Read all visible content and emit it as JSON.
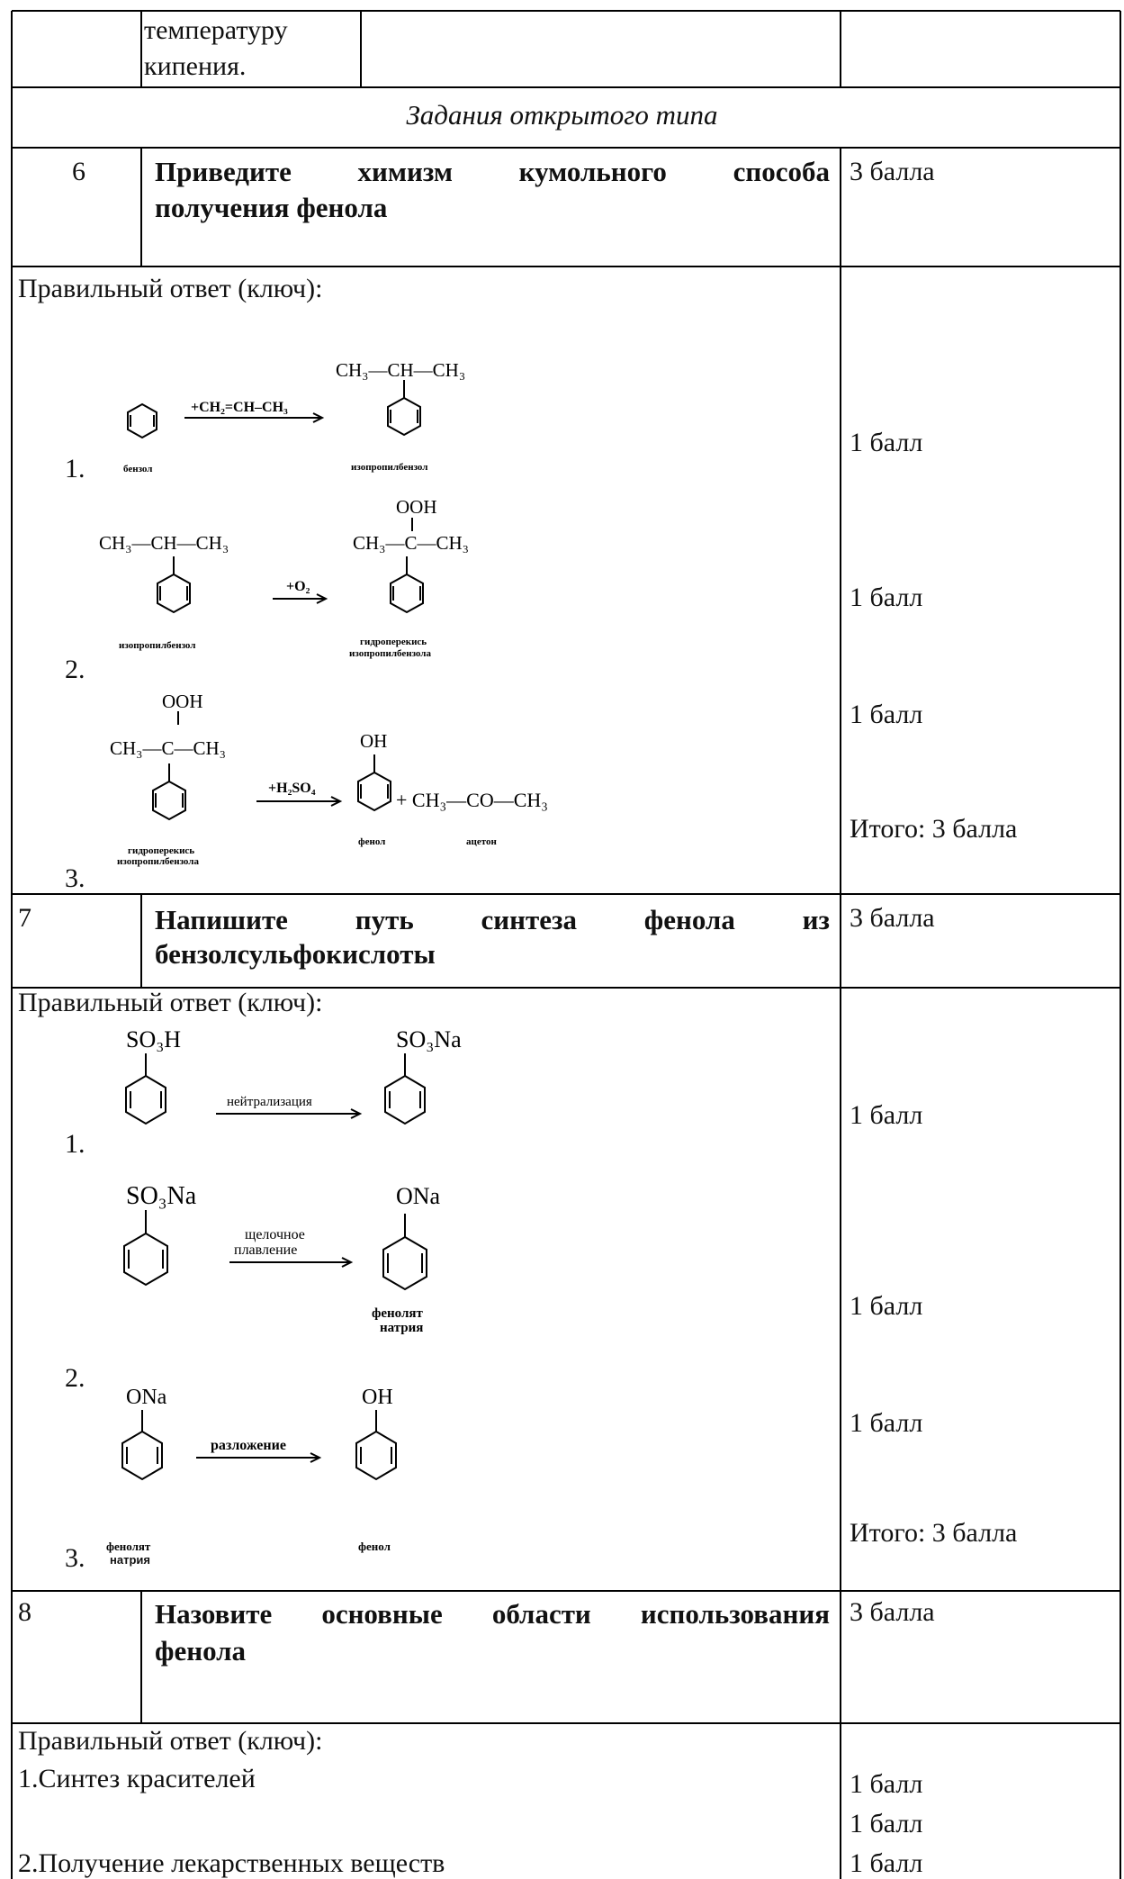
{
  "top": {
    "line1": "температуру",
    "line2": "кипения."
  },
  "section_title": "Задания открытого типа",
  "q6": {
    "num": "6",
    "text_line1": [
      "Приведите",
      "химизм",
      "кумольного",
      "способа"
    ],
    "text_line2": "получения фенола",
    "points": "3 балла",
    "answer_label": "Правильный ответ (ключ):",
    "step_nums": [
      "1.",
      "2.",
      "3."
    ],
    "scores": [
      "1 балл",
      "1 балл",
      "1 балл"
    ],
    "total": "Итого: 3 балла",
    "reagents": [
      "+CH₂=CH–CH₃",
      "+O₂",
      "+H₂SO₄"
    ],
    "mol_labels": {
      "benzene": "бензол",
      "cumene": "изопропилбензол",
      "hydroperoxide_1": "гидроперекись",
      "hydroperoxide_2": "изопропилбензола",
      "phenol": "фенол",
      "acetone": "ацетон"
    },
    "formulas": {
      "isopropyl": "CH₃—CH—CH₃",
      "ooh": "OOH",
      "quaternary": "CH₃—C—CH₃",
      "oh": "OH",
      "acetone_formula": "+ CH₃—CO—CH₃"
    }
  },
  "q7": {
    "num": "7",
    "text_line1": [
      "Напишите",
      "путь",
      "синтеза",
      "фенола",
      "из"
    ],
    "text_line2": "бензолсульфокислоты",
    "points": "3 балла",
    "answer_label": "Правильный ответ (ключ):",
    "step_nums": [
      "1.",
      "2.",
      "3."
    ],
    "scores": [
      "1 балл",
      "1 балл",
      "1 балл"
    ],
    "total": "Итого: 3 балла",
    "reagents": [
      "нейтрализация",
      "щелочное",
      "плавление",
      "разложение"
    ],
    "formulas": {
      "so3h": "SO₃H",
      "so3na": "SO₃Na",
      "ona": "ONa",
      "oh": "OH"
    },
    "mol_labels": {
      "phenolate_1": "фенолят",
      "phenolate_2": "натрия",
      "phenol": "фенол"
    }
  },
  "q8": {
    "num": "8",
    "text_line1": [
      "Назовите",
      "основные",
      "области",
      "использования"
    ],
    "text_line2": "фенола",
    "points": "3 балла",
    "answer_label": "Правильный ответ (ключ):",
    "items": [
      "1.Синтез красителей",
      "2.Получение лекарственных веществ"
    ],
    "scores": [
      "1 балл",
      "1 балл",
      "1 балл"
    ]
  }
}
